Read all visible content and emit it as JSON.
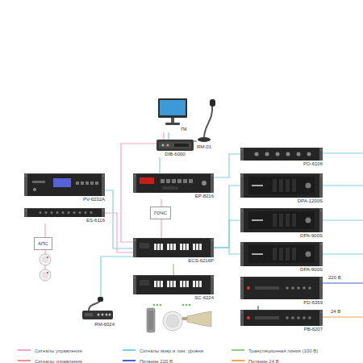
{
  "diagram": {
    "nodes": [
      {
        "text": [
          "ПК"
        ]
      },
      {
        "text": [
          "DIB-6000"
        ]
      },
      {
        "text": [
          "RM-01"
        ]
      },
      {
        "text": [
          "PO-6106"
        ]
      },
      {
        "text": [
          "PV-6232A"
        ]
      },
      {
        "text": [
          "EP-8216"
        ]
      },
      {
        "text": [
          "DPA-1200S"
        ]
      },
      {
        "text": [
          "ES-6116"
        ]
      },
      {
        "text": [
          "ГОЧС"
        ]
      },
      {
        "text": [
          "DPA-900S"
        ]
      },
      {
        "text": [
          "АПС"
        ]
      },
      {
        "text": [
          "ECS-6216P"
        ]
      },
      {
        "text": [
          "DPA-900S"
        ]
      },
      {
        "text": [
          "SC-6224"
        ]
      },
      {
        "text": [
          "PD-6359"
        ]
      },
      {
        "text": [
          "RM-6024"
        ]
      },
      {
        "text": [
          "PB-6207"
        ]
      }
    ],
    "edges": [
      {
        "from": 0,
        "to": 1,
        "arrow": "none"
      },
      {
        "from": 0,
        "to": 1,
        "arrow": "none"
      },
      {
        "from": 2,
        "to": 1,
        "arrow": "none"
      },
      {
        "from": 1,
        "to": 11,
        "arrow": "none"
      },
      {
        "from": 1,
        "to": 5,
        "arrow": "none"
      },
      {
        "from": 5,
        "to": 3,
        "arrow": "none"
      },
      {
        "from": 11,
        "to": 6,
        "arrow": "none"
      },
      {
        "from": 11,
        "to": 9,
        "arrow": "none"
      },
      {
        "from": 11,
        "to": 12,
        "arrow": "none"
      },
      {
        "from": 4,
        "to": 11,
        "arrow": "none"
      },
      {
        "from": 7,
        "to": 11,
        "arrow": "none"
      },
      {
        "from": 7,
        "to": 10,
        "arrow": "none"
      },
      {
        "from": 8,
        "to": 11,
        "arrow": "none"
      },
      {
        "from": 5,
        "to": 8,
        "arrow": "none"
      },
      {
        "from": 11,
        "to": 15,
        "arrow": "none"
      },
      {
        "from": 11,
        "to": 13,
        "arrow": "none"
      },
      {
        "from": 14,
        "to": 16,
        "arrow": "none"
      }
    ],
    "labels": [
      "220 В",
      "24 В"
    ],
    "legend": [
      {
        "text": "Сигналы управления",
        "color": "#f4a3c6"
      },
      {
        "text": "Сигналы микр.и лин. уровня",
        "color": "#82cdea"
      },
      {
        "text": "Трансляционная линия (100 В)",
        "color": "#8ccf7e"
      },
      {
        "text": "Сигналы управления",
        "color": "#ef8f8f"
      },
      {
        "text": "Питание 220 В",
        "color": "#3f63c8"
      },
      {
        "text": "Питание 24 В",
        "color": "#f2a44b"
      }
    ]
  }
}
